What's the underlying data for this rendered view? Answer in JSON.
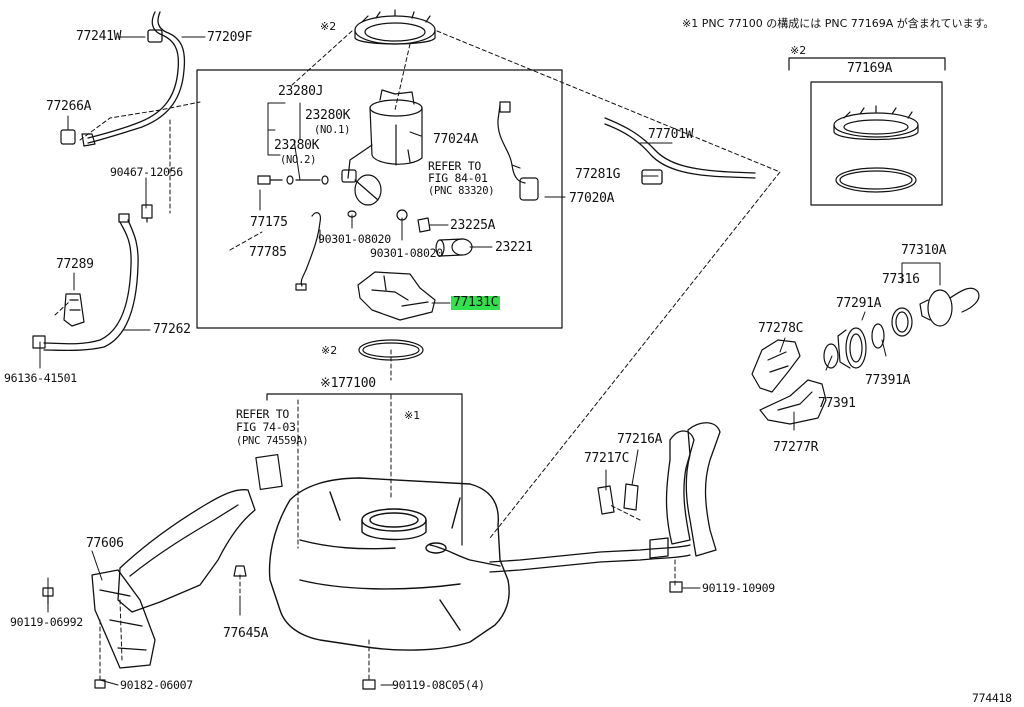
{
  "note": "※1 PNC 77100 の構成には PNC 77169A が含まれています。",
  "diagram_id": "774418",
  "highlight_color": "#33e04d",
  "labels": {
    "p77241W": "77241W",
    "p77209F": "77209F",
    "p77266A": "77266A",
    "p90467": "90467-12056",
    "p77289": "77289",
    "p77262": "77262",
    "p96136": "96136-41501",
    "p23280J": "23280J",
    "p23280K": "23280K",
    "no1": "(NO.1)",
    "p23280K2": "23280K",
    "no2": "(NO.2)",
    "p77024A": "77024A",
    "refer1_a": "REFER TO",
    "refer1_b": "FIG 84-01",
    "refer1_c": "(PNC 83320)",
    "p77020A": "77020A",
    "p77175": "77175",
    "p77785": "77785",
    "p90301a": "90301-08020",
    "p90301b": "90301-08020",
    "p23225A": "23225A",
    "p23221": "23221",
    "p77131C": "77131C",
    "mark2_top": "※2",
    "mark2_mid": "※2",
    "mark2_box": "※2",
    "p77169A": "77169A",
    "p77701W": "77701W",
    "p77281G": "77281G",
    "p77310A": "77310A",
    "p77316": "77316",
    "p77291A": "77291A",
    "p77278C": "77278C",
    "p77391A": "77391A",
    "p77391": "77391",
    "p77277R": "77277R",
    "p77100": "※177100",
    "mark1": "※1",
    "refer2_a": "REFER TO",
    "refer2_b": "FIG 74-03",
    "refer2_c": "(PNC 74559A)",
    "p77217C": "77217C",
    "p77216A": "77216A",
    "p77606": "77606",
    "p77645A": "77645A",
    "p90119a": "90119-06992",
    "p90182": "90182-06007",
    "p90119b": "90119-08C05(4)",
    "p90119c": "90119-10909"
  }
}
